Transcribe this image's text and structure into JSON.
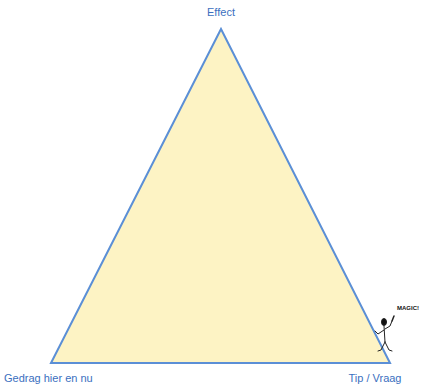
{
  "diagram": {
    "labels": [
      "Effect",
      "Gedrag hier en nu",
      "Tip / Vraag",
      "MAGIC!"
    ]
  }
}
